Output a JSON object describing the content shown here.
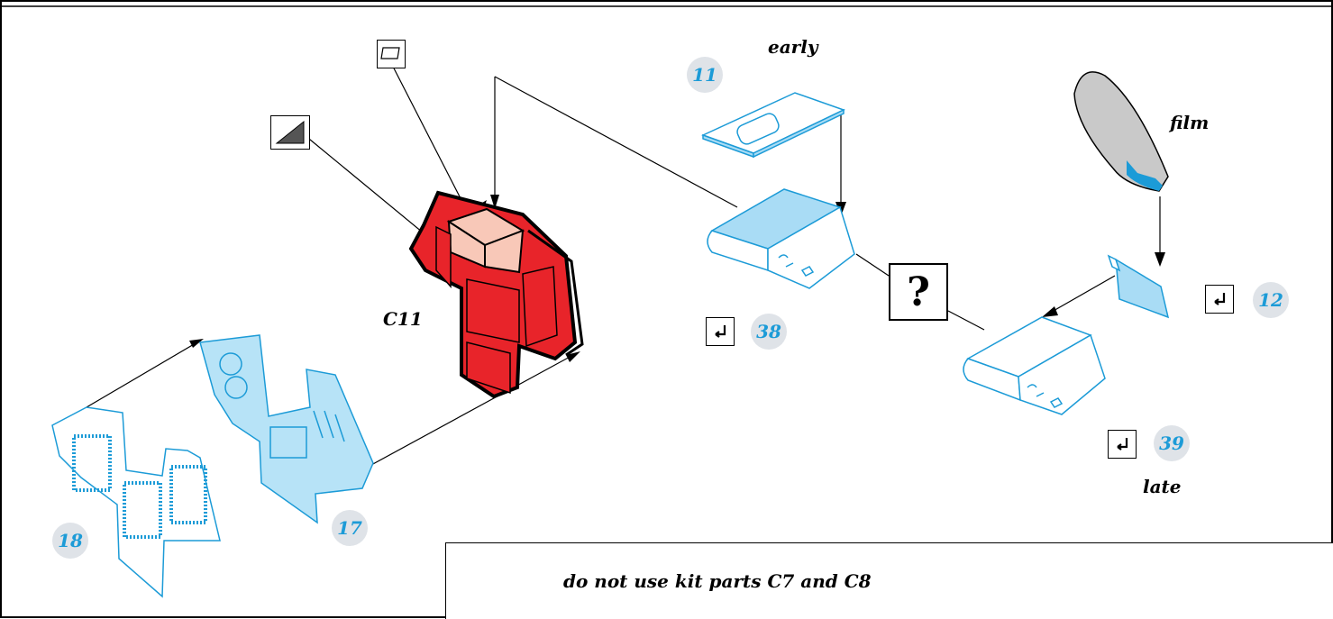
{
  "labels": {
    "early": "early",
    "film": "film",
    "late": "late",
    "part": "C11",
    "question": "?"
  },
  "numbers": {
    "n11": "11",
    "n12": "12",
    "n17": "17",
    "n18": "18",
    "n38": "38",
    "n39": "39"
  },
  "note": "do not use kit parts C7 and C8",
  "colors": {
    "etch_blue": "#1c9bd7",
    "fill_blue": "#a9dcf5",
    "red_part": "#e8242a",
    "peach": "#f8c8b8",
    "badge_grey": "#dfe3e8",
    "film_grey": "#c9c9c9"
  },
  "icons": [
    "fold-bend-icon",
    "clear-film-icon",
    "mesh-screen-icon",
    "question-icon"
  ]
}
